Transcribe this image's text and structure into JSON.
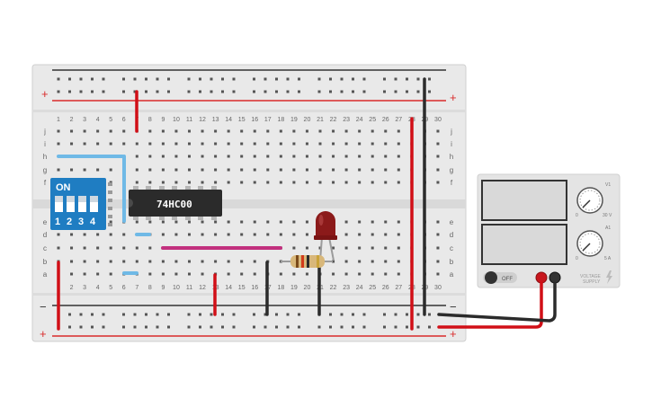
{
  "breadboard": {
    "columns": [
      "1",
      "2",
      "3",
      "4",
      "5",
      "6",
      "7",
      "8",
      "9",
      "10",
      "11",
      "12",
      "13",
      "14",
      "15",
      "16",
      "17",
      "18",
      "19",
      "20",
      "21",
      "22",
      "23",
      "24",
      "25",
      "26",
      "27",
      "28",
      "29",
      "30"
    ],
    "rows_top": [
      "j",
      "i",
      "h",
      "g",
      "f"
    ],
    "rows_bottom": [
      "e",
      "d",
      "c",
      "b",
      "a"
    ],
    "rail_minus": "−",
    "rail_plus": "+"
  },
  "dip_switch": {
    "label": "ON",
    "switches": [
      "1",
      "2",
      "3",
      "4"
    ]
  },
  "ic": {
    "label": "74HC00"
  },
  "power_supply": {
    "off_label": "OFF",
    "voltage_label": "VOLTAGE",
    "supply_label": "SUPPLY",
    "knob1_symbol": "V1",
    "knob1_min": "0",
    "knob1_max": "30 V",
    "knob2_symbol": "A1",
    "knob2_min": "0",
    "knob2_max": "5 A"
  },
  "colors": {
    "board": "#e8e8e8",
    "hole": "#555555",
    "rail_red": "#d92b2b",
    "rail_black": "#333333",
    "wire_red": "#d10f17",
    "wire_black": "#2b2b2b",
    "wire_blue": "#6fb9e6",
    "wire_magenta": "#c2307e",
    "dip_blue": "#1f7dc2",
    "ic_body": "#2b2b2b",
    "led_red": "#8b1a1a",
    "supply_body": "#e4e4e4"
  }
}
